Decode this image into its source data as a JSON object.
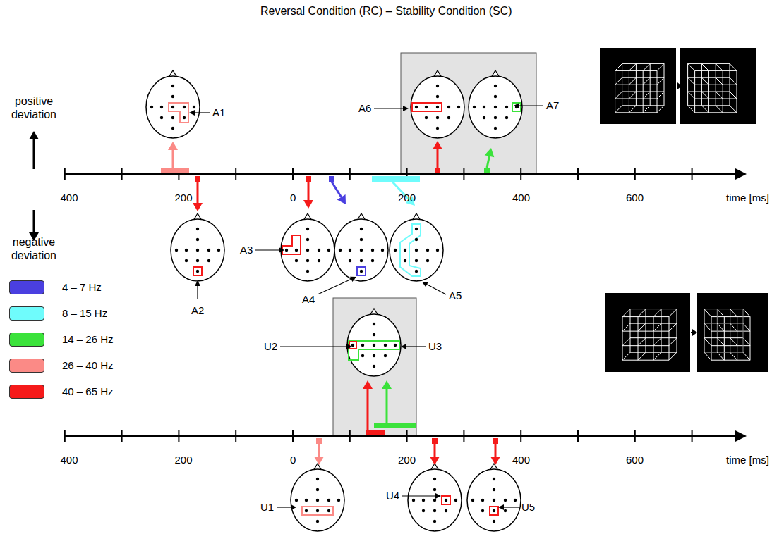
{
  "diagram": {
    "title": "Reversal Condition (RC) – Stability Condition (SC)",
    "labels": [
      "positive deviation",
      "negative deviation",
      "– 400",
      "– 200",
      "0",
      "200",
      "400",
      "600",
      "time [ms]",
      "– 400",
      "– 200",
      "0",
      "200",
      "400",
      "600",
      "time [ms]",
      "A1",
      "A2",
      "A3",
      "A4",
      "A5",
      "A6",
      "A7",
      "U1",
      "U2",
      "U3",
      "U4",
      "U5"
    ],
    "legend": [
      {
        "text": "4 – 7 Hz",
        "color": "#4a3fe0"
      },
      {
        "text": "8 – 15 Hz",
        "color": "#6ffcfc"
      },
      {
        "text": "14 – 26 Hz",
        "color": "#3be23b"
      },
      {
        "text": "26 – 40 Hz",
        "color": "#fb8a86"
      },
      {
        "text": "40 – 65 Hz",
        "color": "#f51a1a"
      }
    ]
  }
}
